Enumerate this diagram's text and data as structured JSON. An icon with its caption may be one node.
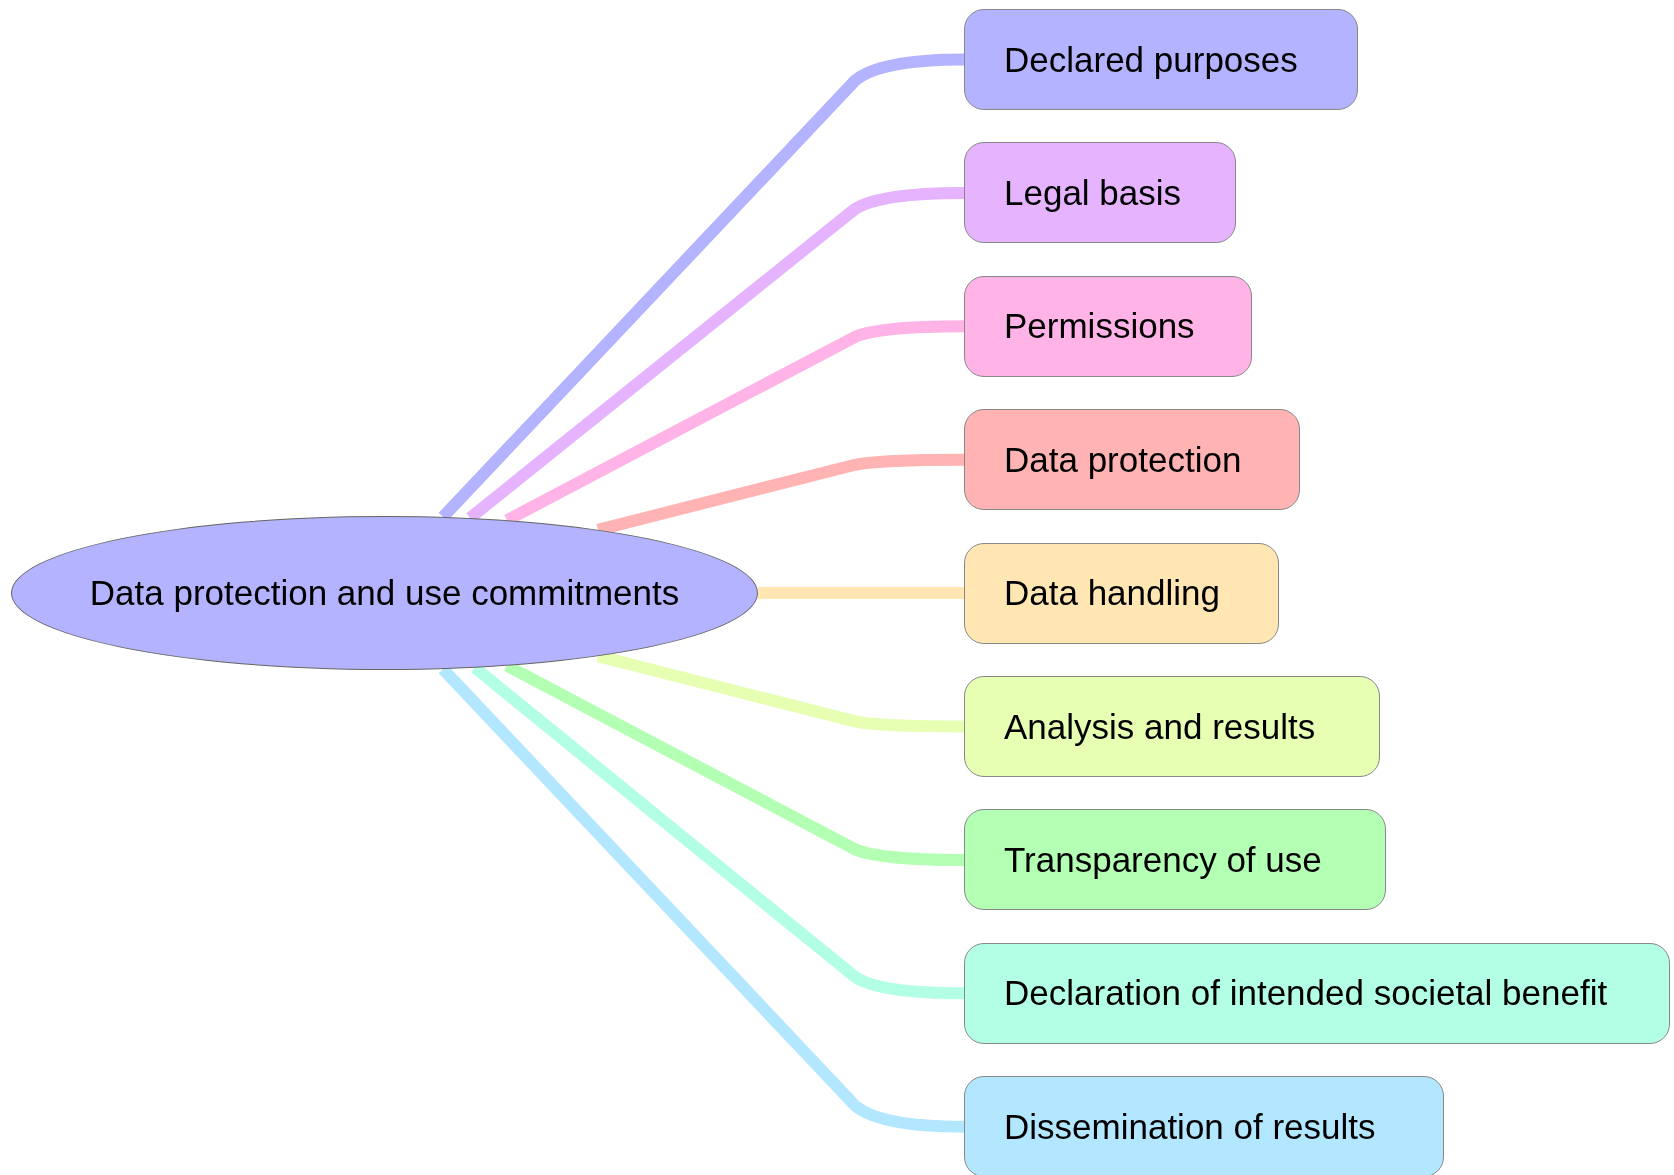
{
  "diagram": {
    "nodes": [
      {
        "text": [
          "Data protection and use commitments"
        ]
      },
      {
        "text": [
          "Declared purposes"
        ]
      },
      {
        "text": [
          "Legal basis"
        ]
      },
      {
        "text": [
          "Permissions"
        ]
      },
      {
        "text": [
          "Data protection"
        ]
      },
      {
        "text": [
          "Data handling"
        ]
      },
      {
        "text": [
          "Analysis and results"
        ]
      },
      {
        "text": [
          "Transparency of use"
        ]
      },
      {
        "text": [
          "Declaration of intended societal benefit"
        ]
      },
      {
        "text": [
          "Dissemination of results"
        ]
      }
    ],
    "edges": [
      {
        "from": 0,
        "to": 1,
        "arrow": "none",
        "color": "#b3b3ff"
      },
      {
        "from": 0,
        "to": 2,
        "arrow": "none",
        "color": "#e6b3ff"
      },
      {
        "from": 0,
        "to": 3,
        "arrow": "none",
        "color": "#ffb3e6"
      },
      {
        "from": 0,
        "to": 4,
        "arrow": "none",
        "color": "#ffb3b3"
      },
      {
        "from": 0,
        "to": 5,
        "arrow": "none",
        "color": "#ffe6b3"
      },
      {
        "from": 0,
        "to": 6,
        "arrow": "none",
        "color": "#e6ffb3"
      },
      {
        "from": 0,
        "to": 7,
        "arrow": "none",
        "color": "#b3ffb3"
      },
      {
        "from": 0,
        "to": 8,
        "arrow": "none",
        "color": "#b3ffe6"
      },
      {
        "from": 0,
        "to": 9,
        "arrow": "none",
        "color": "#b3e6ff"
      }
    ]
  }
}
